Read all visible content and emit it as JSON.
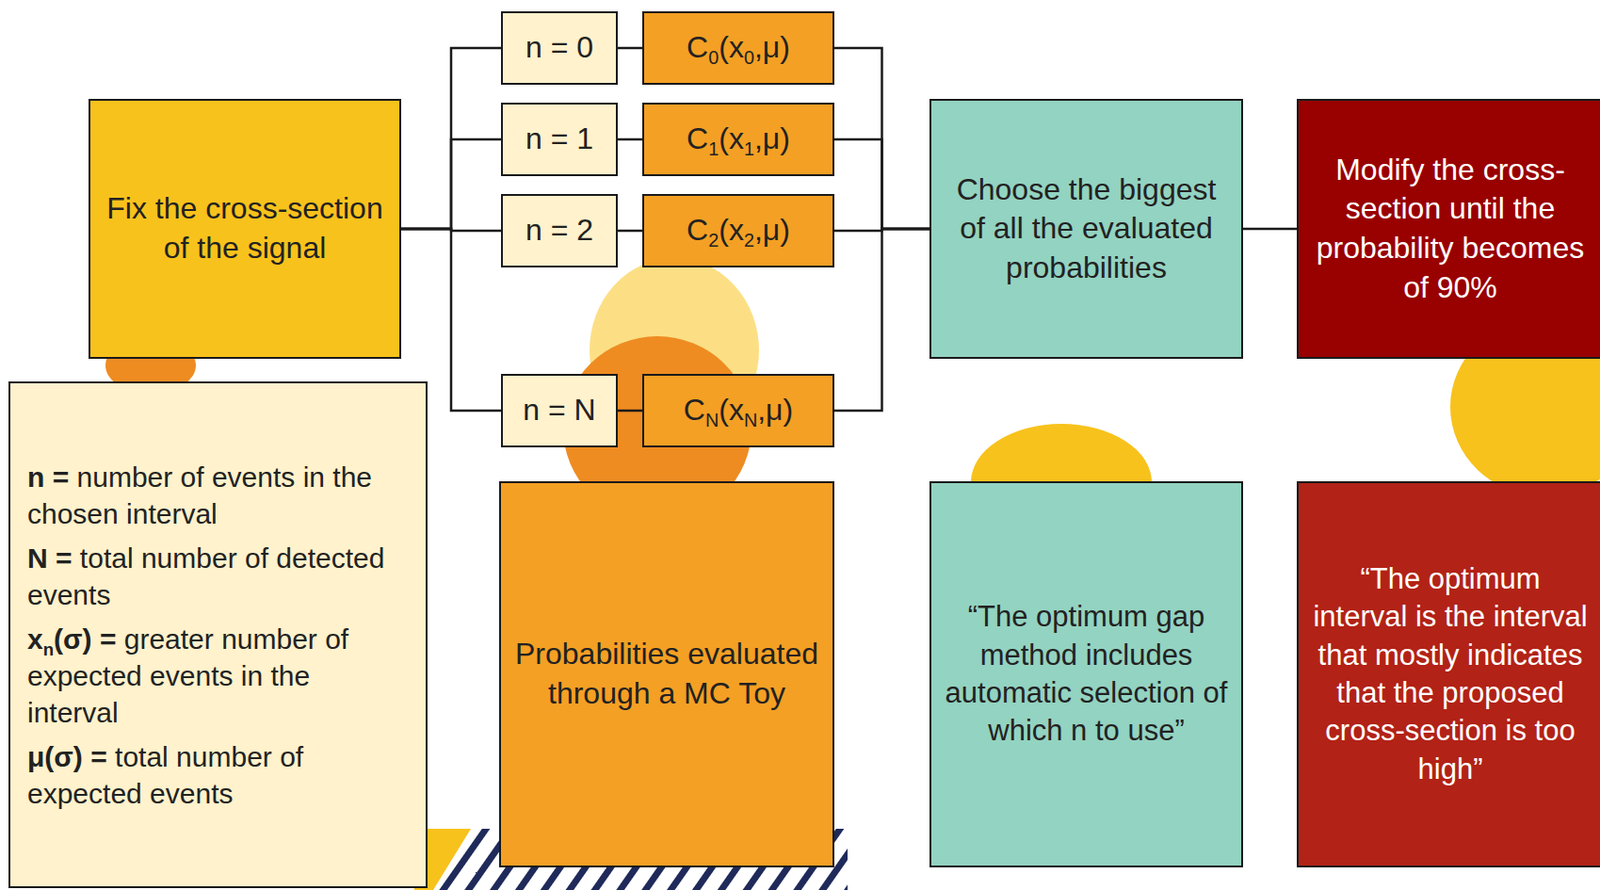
{
  "diagram": {
    "nodes": [
      {
        "text": [
          "Fix the cross-section of the signal"
        ]
      },
      {
        "text": [
          "n = 0"
        ]
      },
      {
        "text": [
          "C0(x0,μ)"
        ]
      },
      {
        "text": [
          "n = 1"
        ]
      },
      {
        "text": [
          "C1(x1,μ)"
        ]
      },
      {
        "text": [
          "n = 2"
        ]
      },
      {
        "text": [
          "C2(x2,μ)"
        ]
      },
      {
        "text": [
          "n = N"
        ]
      },
      {
        "text": [
          "CN(xN,μ)"
        ]
      },
      {
        "text": [
          "Choose the biggest of all the evaluated probabilities"
        ]
      },
      {
        "text": [
          "Modify the cross-section until the probability becomes of 90%"
        ]
      },
      {
        "text": [
          "n = number of events in the chosen interval",
          "N = total number of detected events",
          "xn(σ) = greater number of expected events in the interval",
          "μ(σ) = total number of expected events"
        ]
      },
      {
        "text": [
          "Probabilities evaluated through a MC Toy"
        ]
      },
      {
        "text": [
          "“The optimum gap method includes automatic selection of which n to use”"
        ]
      },
      {
        "text": [
          "“The optimum interval is the interval that mostly indicates that the proposed cross-section is too high”"
        ]
      }
    ],
    "edges": [
      {
        "from": 0,
        "to": 1,
        "arrow": "none"
      },
      {
        "from": 0,
        "to": 3,
        "arrow": "none"
      },
      {
        "from": 0,
        "to": 5,
        "arrow": "none"
      },
      {
        "from": 0,
        "to": 7,
        "arrow": "none"
      },
      {
        "from": 1,
        "to": 2,
        "arrow": "none"
      },
      {
        "from": 3,
        "to": 4,
        "arrow": "none"
      },
      {
        "from": 5,
        "to": 6,
        "arrow": "none"
      },
      {
        "from": 7,
        "to": 8,
        "arrow": "none"
      },
      {
        "from": 2,
        "to": 9,
        "arrow": "none"
      },
      {
        "from": 4,
        "to": 9,
        "arrow": "none"
      },
      {
        "from": 6,
        "to": 9,
        "arrow": "none"
      },
      {
        "from": 8,
        "to": 9,
        "arrow": "none"
      },
      {
        "from": 9,
        "to": 10,
        "arrow": "none"
      }
    ]
  }
}
